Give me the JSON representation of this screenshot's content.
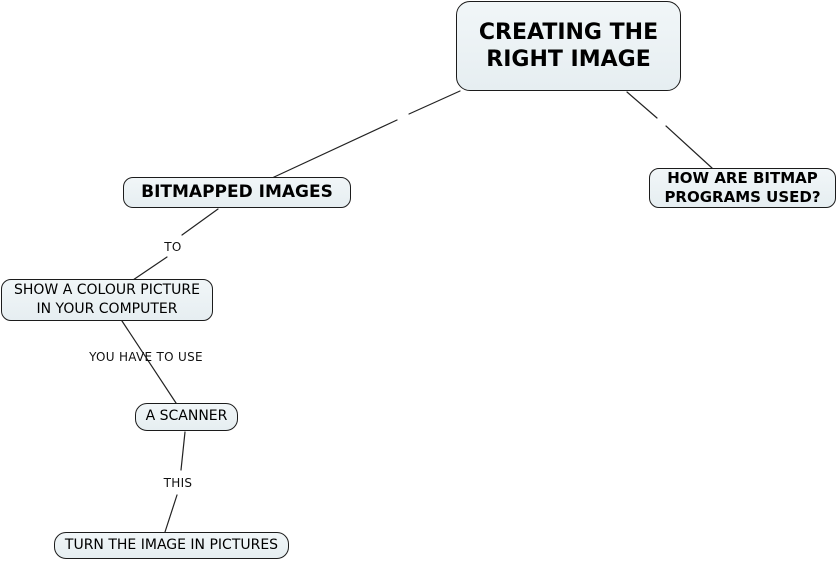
{
  "diagram": {
    "type": "concept-map",
    "background_color": "#ffffff",
    "node_fill_color": "#e9f0f2",
    "node_border_color": "#1c1c1c",
    "line_color": "#222222",
    "text_color": "#000000"
  },
  "nodes": {
    "root": {
      "label": "CREATING THE\nRIGHT IMAGE"
    },
    "bitmapped": {
      "label": "BITMAPPED IMAGES"
    },
    "programs": {
      "label": "HOW ARE BITMAP\nPROGRAMS USED?"
    },
    "show_picture": {
      "label": "SHOW A COLOUR PICTURE\nIN YOUR COMPUTER"
    },
    "scanner": {
      "label": "A SCANNER"
    },
    "turn_image": {
      "label": "TURN THE IMAGE IN PICTURES"
    }
  },
  "links": [
    {
      "from": "root",
      "to": "bitmapped",
      "label": ""
    },
    {
      "from": "root",
      "to": "programs",
      "label": ""
    },
    {
      "from": "bitmapped",
      "to": "show_picture",
      "label": "TO"
    },
    {
      "from": "show_picture",
      "to": "scanner",
      "label": "YOU HAVE TO USE"
    },
    {
      "from": "scanner",
      "to": "turn_image",
      "label": "THIS"
    }
  ]
}
